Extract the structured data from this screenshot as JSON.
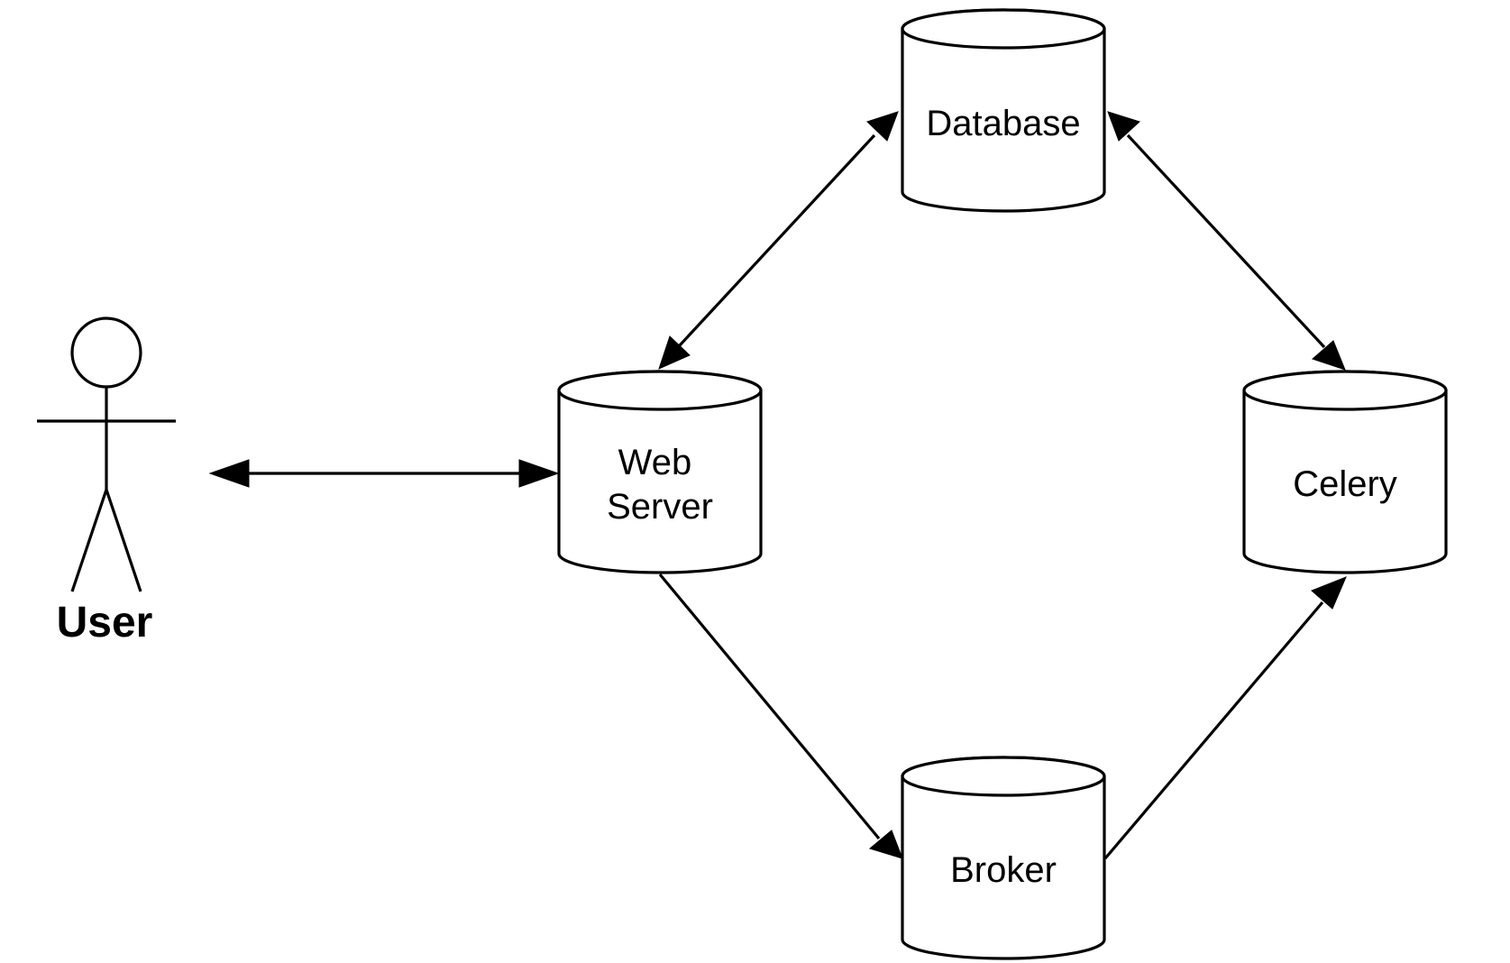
{
  "nodes": {
    "database": {
      "label": "Database"
    },
    "web_server": {
      "label_line1": "Web",
      "label_line2": "Server"
    },
    "celery": {
      "label": "Celery"
    },
    "broker": {
      "label": "Broker"
    }
  },
  "actor": {
    "label": "User"
  },
  "edges": [
    {
      "from": "User",
      "to": "Web Server",
      "direction": "both"
    },
    {
      "from": "Web Server",
      "to": "Database",
      "direction": "both"
    },
    {
      "from": "Database",
      "to": "Celery",
      "direction": "both"
    },
    {
      "from": "Web Server",
      "to": "Broker",
      "direction": "forward"
    },
    {
      "from": "Broker",
      "to": "Celery",
      "direction": "forward"
    }
  ],
  "colors": {
    "stroke": "#000000",
    "background": "#ffffff"
  }
}
